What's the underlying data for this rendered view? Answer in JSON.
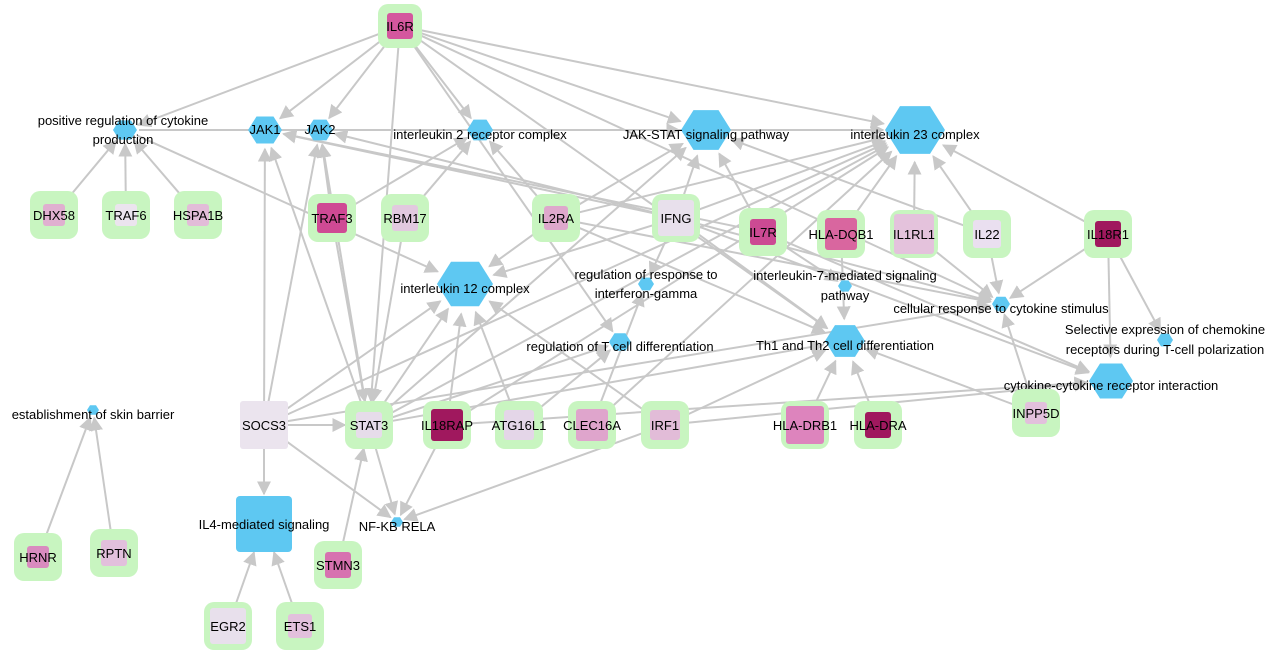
{
  "nodes": [
    {
      "id": "il6r",
      "label": "IL6R",
      "kind": "gene",
      "fill": "#d4579e"
    },
    {
      "id": "jak1",
      "label": "JAK1",
      "kind": "hex"
    },
    {
      "id": "jak2",
      "label": "JAK2",
      "kind": "hex"
    },
    {
      "id": "pos_reg",
      "label": "positive regulation of cytokine production",
      "kind": "hex"
    },
    {
      "id": "il2_complex",
      "label": "interleukin 2 receptor complex",
      "kind": "hex"
    },
    {
      "id": "jak_stat",
      "label": "JAK-STAT signaling pathway",
      "kind": "hex"
    },
    {
      "id": "il23",
      "label": "interleukin 23 complex",
      "kind": "hex"
    },
    {
      "id": "dhx58",
      "label": "DHX58",
      "kind": "gene",
      "fill": "#e0b0d0"
    },
    {
      "id": "traf6",
      "label": "TRAF6",
      "kind": "gene",
      "fill": "#ebe4ee"
    },
    {
      "id": "hspa1b",
      "label": "HSPA1B",
      "kind": "gene",
      "fill": "#e2bcd8"
    },
    {
      "id": "traf3",
      "label": "TRAF3",
      "kind": "gene",
      "fill": "#cf4a94"
    },
    {
      "id": "rbm17",
      "label": "RBM17",
      "kind": "gene",
      "fill": "#e2c9df"
    },
    {
      "id": "il2ra",
      "label": "IL2RA",
      "kind": "gene",
      "fill": "#dea8cc"
    },
    {
      "id": "ifng",
      "label": "IFNG",
      "kind": "gene",
      "fill": "#e8e0ec"
    },
    {
      "id": "il7r",
      "label": "IL7R",
      "kind": "gene",
      "fill": "#cc4a93"
    },
    {
      "id": "hla_dqb1",
      "label": "HLA-DQB1",
      "kind": "gene",
      "fill": "#d9669f"
    },
    {
      "id": "il1rl1",
      "label": "IL1RL1",
      "kind": "gene",
      "fill": "#e4c2dc"
    },
    {
      "id": "il22",
      "label": "IL22",
      "kind": "gene",
      "fill": "#eadff0"
    },
    {
      "id": "il18r1",
      "label": "IL18R1",
      "kind": "gene",
      "fill": "#a0185e"
    },
    {
      "id": "il12",
      "label": "interleukin 12 complex",
      "kind": "hex"
    },
    {
      "id": "reg_ifng",
      "label": "regulation of response to interferon-gamma",
      "kind": "hex"
    },
    {
      "id": "il7_path",
      "label": "interleukin-7-mediated signaling pathway",
      "kind": "hex"
    },
    {
      "id": "cell_resp",
      "label": "cellular response to cytokine stimulus",
      "kind": "hex"
    },
    {
      "id": "sel_expr",
      "label": "Selective expression of chemokine receptors during T-cell polarization",
      "kind": "hex"
    },
    {
      "id": "reg_tcell",
      "label": "regulation of T cell differentiation",
      "kind": "hex"
    },
    {
      "id": "th1_th2",
      "label": "Th1 and Th2 cell differentiation",
      "kind": "hex"
    },
    {
      "id": "cyto_rec",
      "label": "cytokine-cytokine receptor interaction",
      "kind": "hex"
    },
    {
      "id": "skin",
      "label": "establishment of skin barrier",
      "kind": "hex"
    },
    {
      "id": "socs3",
      "label": "SOCS3",
      "kind": "gene",
      "fill": "#ebe4ee"
    },
    {
      "id": "stat3",
      "label": "STAT3",
      "kind": "gene",
      "fill": "#e6dcea"
    },
    {
      "id": "il18rap",
      "label": "IL18RAP",
      "kind": "gene",
      "fill": "#a0185e"
    },
    {
      "id": "atg16l1",
      "label": "ATG16L1",
      "kind": "gene",
      "fill": "#e4d6e8"
    },
    {
      "id": "clec16a",
      "label": "CLEC16A",
      "kind": "gene",
      "fill": "#dfa5cc"
    },
    {
      "id": "irf1",
      "label": "IRF1",
      "kind": "gene",
      "fill": "#e2bcd8"
    },
    {
      "id": "hla_drb1",
      "label": "HLA-DRB1",
      "kind": "gene",
      "fill": "#dd84bd"
    },
    {
      "id": "hla_dra",
      "label": "HLA-DRA",
      "kind": "gene",
      "fill": "#a0185e"
    },
    {
      "id": "inpp5d",
      "label": "INPP5D",
      "kind": "gene",
      "fill": "#e2c0dc"
    },
    {
      "id": "il4",
      "label": "IL4-mediated signaling",
      "kind": "square"
    },
    {
      "id": "nfkb",
      "label": "NF-KB RELA",
      "kind": "hex"
    },
    {
      "id": "hrnr",
      "label": "HRNR",
      "kind": "gene",
      "fill": "#d98bbf"
    },
    {
      "id": "rptn",
      "label": "RPTN",
      "kind": "gene",
      "fill": "#e2c0dc"
    },
    {
      "id": "stmn3",
      "label": "STMN3",
      "kind": "gene",
      "fill": "#d772b0"
    },
    {
      "id": "egr2",
      "label": "EGR2",
      "kind": "gene",
      "fill": "#e8e0ec"
    },
    {
      "id": "ets1",
      "label": "ETS1",
      "kind": "gene",
      "fill": "#e2c0dc"
    }
  ],
  "edges": [
    [
      "il6r",
      "jak1"
    ],
    [
      "il6r",
      "jak2"
    ],
    [
      "il6r",
      "il2_complex"
    ],
    [
      "il6r",
      "jak_stat"
    ],
    [
      "il6r",
      "il23"
    ],
    [
      "il6r",
      "pos_reg"
    ],
    [
      "il6r",
      "cell_resp"
    ],
    [
      "il6r",
      "th1_th2"
    ],
    [
      "il6r",
      "reg_tcell"
    ],
    [
      "il6r",
      "stat3"
    ],
    [
      "dhx58",
      "pos_reg"
    ],
    [
      "traf6",
      "pos_reg"
    ],
    [
      "hspa1b",
      "pos_reg"
    ],
    [
      "pos_reg",
      "il12"
    ],
    [
      "pos_reg",
      "il23"
    ],
    [
      "traf3",
      "jak2"
    ],
    [
      "traf3",
      "il2_complex"
    ],
    [
      "rbm17",
      "il2_complex"
    ],
    [
      "il2ra",
      "il2_complex"
    ],
    [
      "il2ra",
      "il12"
    ],
    [
      "il2ra",
      "jak_stat"
    ],
    [
      "il2ra",
      "th1_th2"
    ],
    [
      "il2ra",
      "cell_resp"
    ],
    [
      "il2ra",
      "il23"
    ],
    [
      "ifng",
      "jak1"
    ],
    [
      "ifng",
      "jak2"
    ],
    [
      "ifng",
      "jak_stat"
    ],
    [
      "ifng",
      "reg_ifng"
    ],
    [
      "ifng",
      "il12"
    ],
    [
      "ifng",
      "il23"
    ],
    [
      "ifng",
      "th1_th2"
    ],
    [
      "ifng",
      "cyto_rec"
    ],
    [
      "ifng",
      "cell_resp"
    ],
    [
      "il7r",
      "jak_stat"
    ],
    [
      "il7r",
      "il7_path"
    ],
    [
      "il7r",
      "cyto_rec"
    ],
    [
      "il7r",
      "jak1"
    ],
    [
      "hla_dqb1",
      "th1_th2"
    ],
    [
      "hla_dqb1",
      "il23"
    ],
    [
      "il1rl1",
      "il23"
    ],
    [
      "il1rl1",
      "cell_resp"
    ],
    [
      "il22",
      "il23"
    ],
    [
      "il22",
      "cell_resp"
    ],
    [
      "il22",
      "jak_stat"
    ],
    [
      "il18r1",
      "il23"
    ],
    [
      "il18r1",
      "cell_resp"
    ],
    [
      "il18r1",
      "sel_expr"
    ],
    [
      "il18r1",
      "cyto_rec"
    ],
    [
      "socs3",
      "jak1"
    ],
    [
      "socs3",
      "jak2"
    ],
    [
      "socs3",
      "il4"
    ],
    [
      "socs3",
      "il12"
    ],
    [
      "socs3",
      "stat3"
    ],
    [
      "socs3",
      "nfkb"
    ],
    [
      "socs3",
      "il23"
    ],
    [
      "socs3",
      "cell_resp"
    ],
    [
      "stat3",
      "jak1"
    ],
    [
      "stat3",
      "jak2"
    ],
    [
      "stat3",
      "nfkb"
    ],
    [
      "stat3",
      "il12"
    ],
    [
      "stat3",
      "th1_th2"
    ],
    [
      "stat3",
      "reg_tcell"
    ],
    [
      "stat3",
      "il23"
    ],
    [
      "stat3",
      "jak_stat"
    ],
    [
      "il18rap",
      "il12"
    ],
    [
      "il18rap",
      "il23"
    ],
    [
      "il18rap",
      "nfkb"
    ],
    [
      "il18rap",
      "cyto_rec"
    ],
    [
      "atg16l1",
      "il12"
    ],
    [
      "atg16l1",
      "reg_tcell"
    ],
    [
      "clec16a",
      "il23"
    ],
    [
      "clec16a",
      "reg_ifng"
    ],
    [
      "irf1",
      "il12"
    ],
    [
      "irf1",
      "nfkb"
    ],
    [
      "irf1",
      "th1_th2"
    ],
    [
      "irf1",
      "cyto_rec"
    ],
    [
      "hla_drb1",
      "th1_th2"
    ],
    [
      "hla_dra",
      "th1_th2"
    ],
    [
      "inpp5d",
      "cell_resp"
    ],
    [
      "inpp5d",
      "th1_th2"
    ],
    [
      "hrnr",
      "skin"
    ],
    [
      "rptn",
      "skin"
    ],
    [
      "stmn3",
      "stat3"
    ],
    [
      "egr2",
      "il4"
    ],
    [
      "ets1",
      "il4"
    ],
    [
      "rbm17",
      "stat3"
    ],
    [
      "traf3",
      "stat3"
    ],
    [
      "jak1",
      "il23"
    ],
    [
      "jak2",
      "jak_stat"
    ]
  ]
}
